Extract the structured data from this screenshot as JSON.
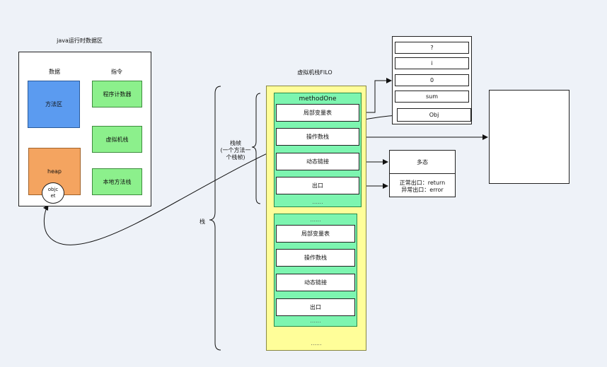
{
  "runtime_area": {
    "title": "java运行时数据区",
    "col_data": "数据",
    "col_instr": "指令",
    "method_area": "方法区",
    "heap": "heap",
    "object": "objc\net",
    "pc": "程序计数器",
    "vm_stack": "虚拟机栈",
    "native_stack": "本地方法栈"
  },
  "vm_stack": {
    "title": "虚拟机栈FILO",
    "stack_label": "栈",
    "frame_label": "栈帧\n(一个方法一\n个栈帧)",
    "frame1": {
      "name": "methodOne",
      "local_vars": "局部变量表",
      "operand_stack": "操作数栈",
      "dynamic_link": "动态链接",
      "exit": "出口",
      "dots": "......"
    },
    "frame2": {
      "dots_top": "......",
      "local_vars": "局部变量表",
      "operand_stack": "操作数栈",
      "dynamic_link": "动态链接",
      "exit": "出口",
      "dots": "......"
    },
    "bottom_dots": "......"
  },
  "local_vars_table": [
    "?",
    "i",
    "0",
    "sum",
    "Obj"
  ],
  "polymorphism": {
    "title": "多态",
    "normal_exit": "正常出口：return",
    "abnormal_exit": "异常出口：error"
  }
}
